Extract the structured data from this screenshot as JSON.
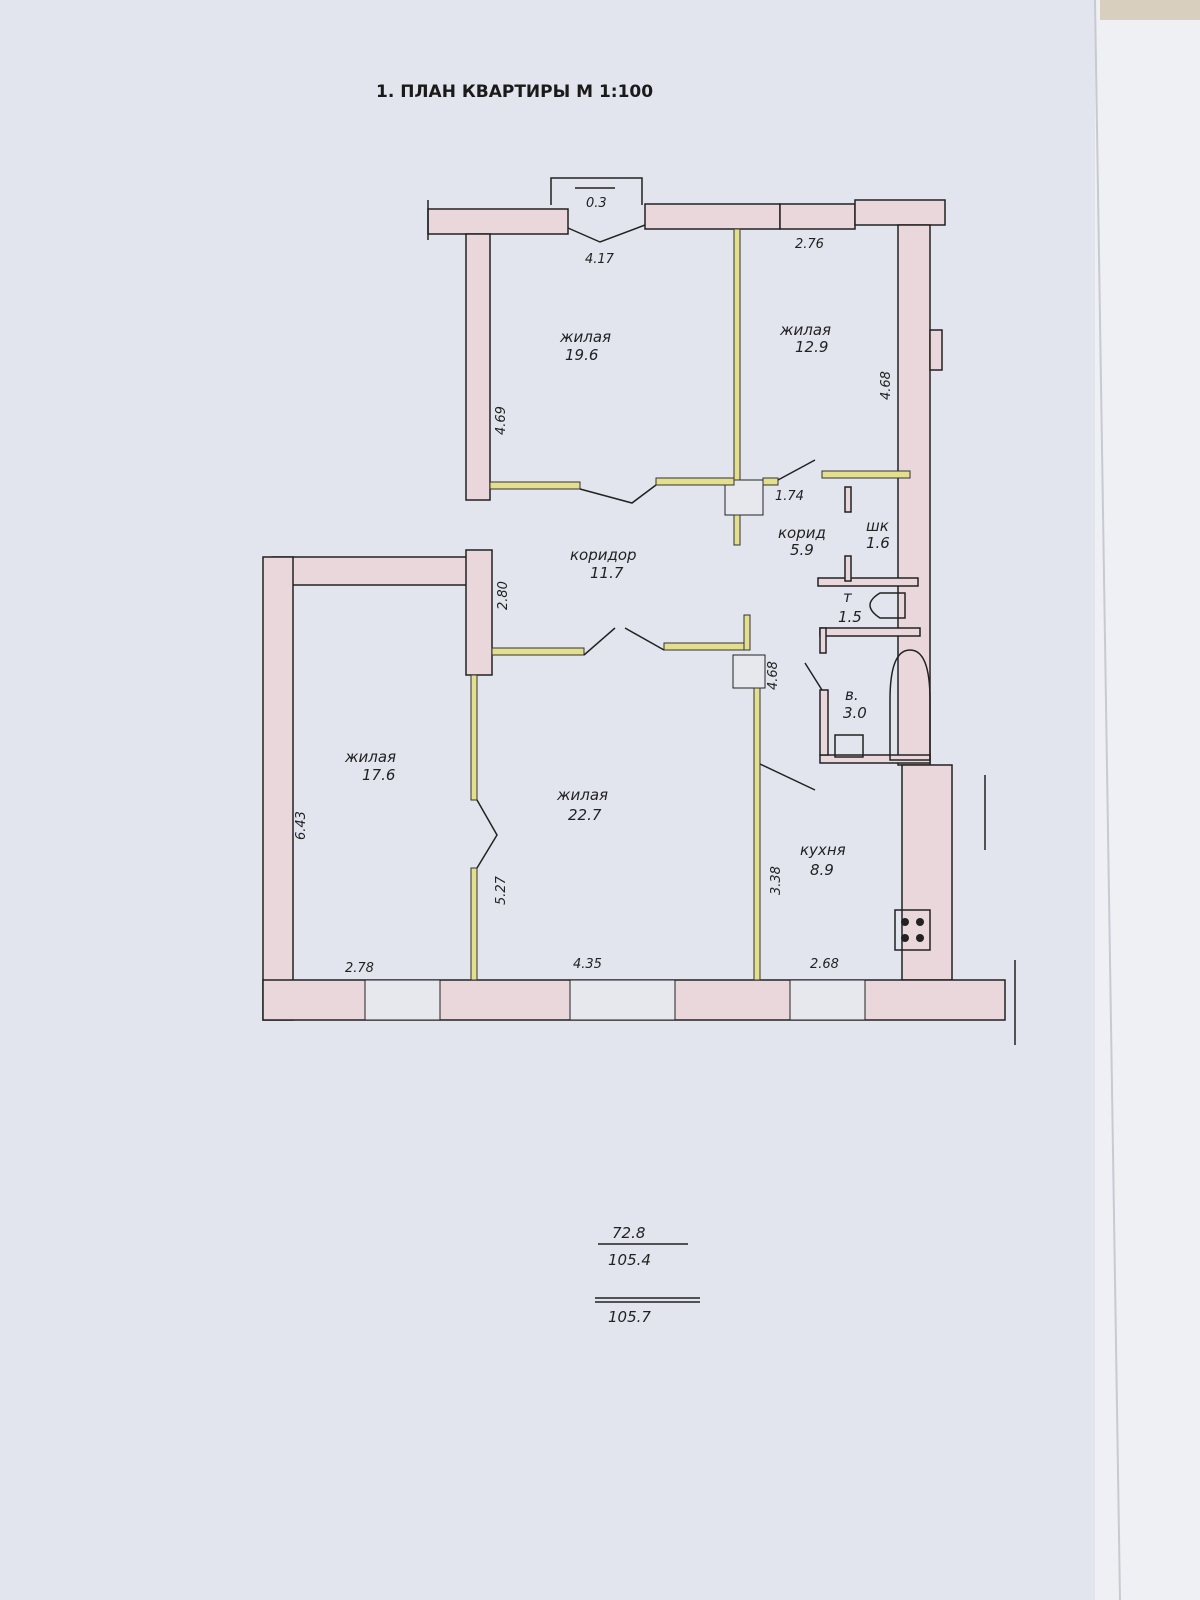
{
  "title": "1. ПЛАН КВАРТИРЫ М 1:100",
  "rooms": [
    {
      "name": "жилая",
      "area": "19.6"
    },
    {
      "name": "жилая",
      "area": "12.9"
    },
    {
      "name": "коридор",
      "area": "11.7"
    },
    {
      "name": "корид",
      "area": "5.9"
    },
    {
      "name": "шк",
      "area": "1.6"
    },
    {
      "name": "т",
      "area": "1.5"
    },
    {
      "name": "в.",
      "area": "3.0"
    },
    {
      "name": "жилая",
      "area": "17.6"
    },
    {
      "name": "жилая",
      "area": "22.7"
    },
    {
      "name": "кухня",
      "area": "8.9"
    }
  ],
  "dimensions": {
    "bay": "0.3",
    "top_left": "4.17",
    "top_right": "2.76",
    "right_upper": "4.68",
    "left_upper": "4.69",
    "corridor_width": "1.74",
    "pier": "2.80",
    "right_mid": "4.68",
    "left_lower": "6.43",
    "mid_lower": "5.27",
    "kitchen_side": "3.38",
    "bottom_left": "2.78",
    "bottom_mid": "4.35",
    "bottom_right": "2.68"
  },
  "totals": {
    "living": "72.8",
    "total": "105.4",
    "grand_total": "105.7"
  }
}
